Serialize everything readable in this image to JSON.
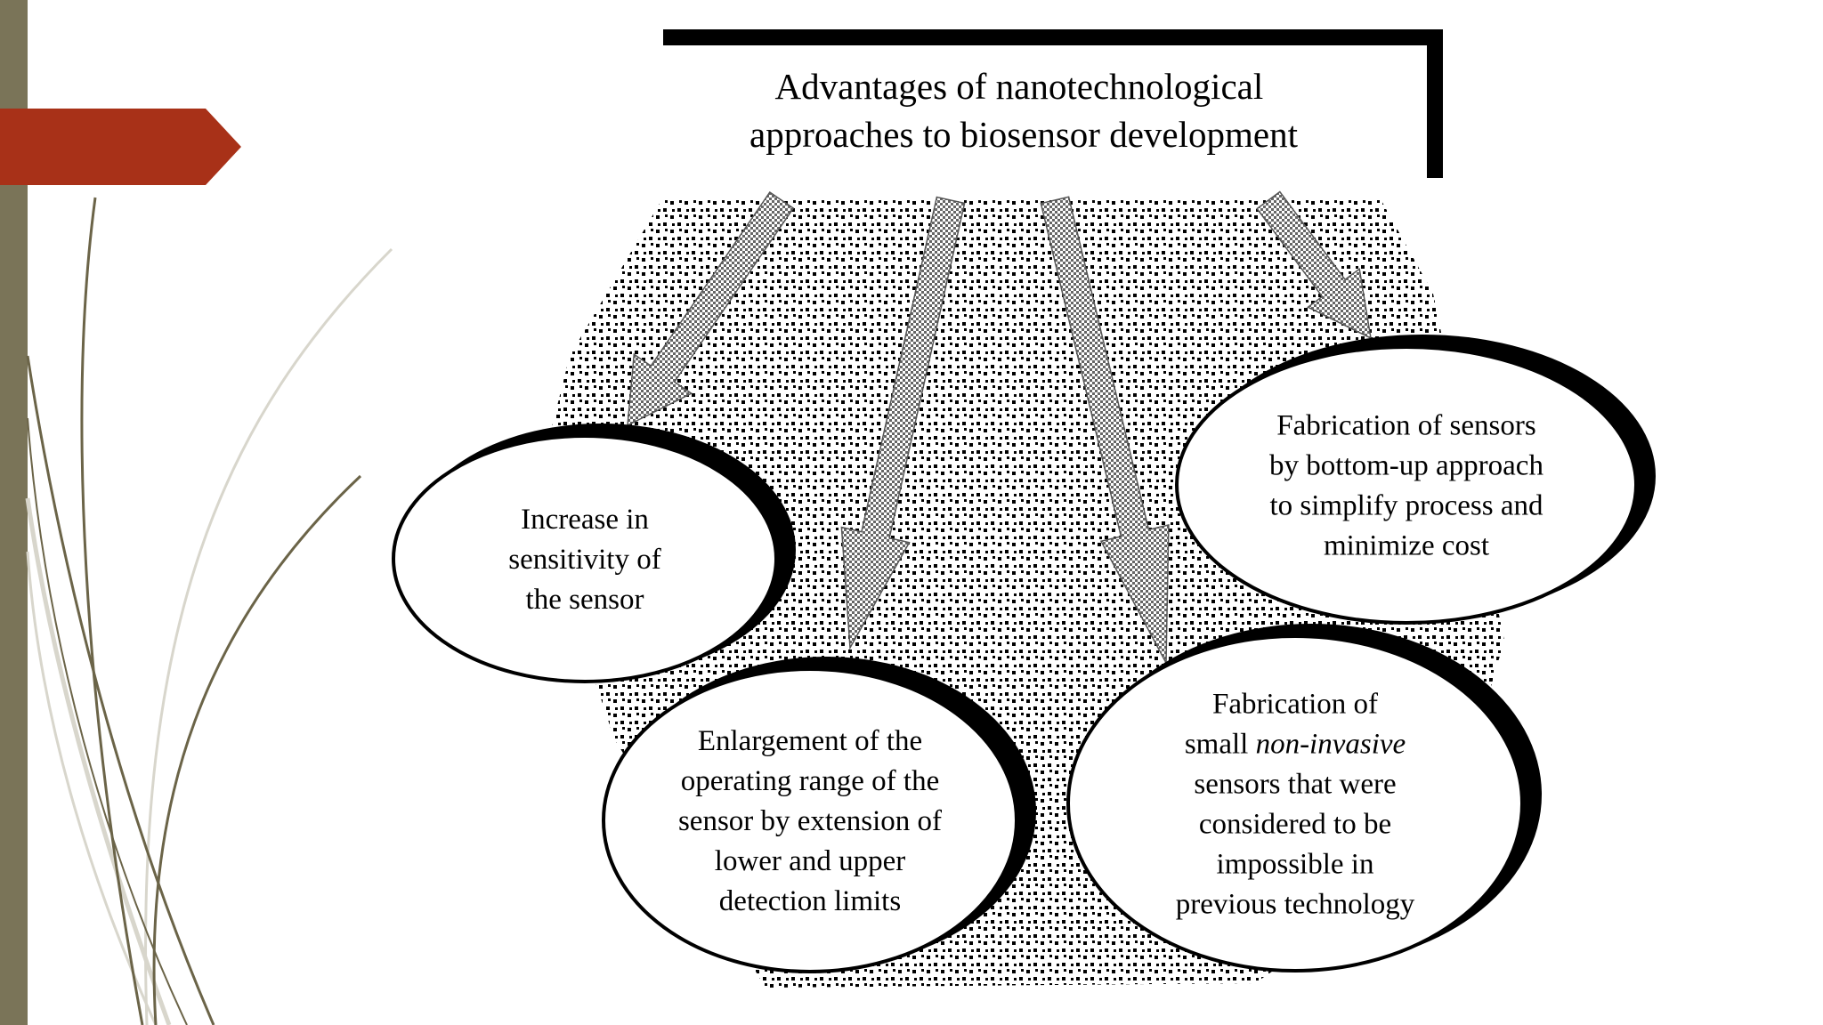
{
  "diagram": {
    "title_lines": [
      "Advantages of nanotechnological",
      "approaches to biosensor development"
    ],
    "nodes": [
      {
        "id": "sensitivity",
        "lines": [
          [
            {
              "text": "Increase in"
            }
          ],
          [
            {
              "text": "sensitivity of"
            }
          ],
          [
            {
              "text": "the sensor"
            }
          ]
        ]
      },
      {
        "id": "operating-range",
        "lines": [
          [
            {
              "text": "Enlargement of the"
            }
          ],
          [
            {
              "text": "operating range of the"
            }
          ],
          [
            {
              "text": "sensor by extension of"
            }
          ],
          [
            {
              "text": "lower and upper"
            }
          ],
          [
            {
              "text": "detection limits"
            }
          ]
        ]
      },
      {
        "id": "non-invasive",
        "lines": [
          [
            {
              "text": "Fabrication of"
            }
          ],
          [
            {
              "text": "small "
            },
            {
              "text": "non-invasive",
              "italic": true
            }
          ],
          [
            {
              "text": "sensors that were"
            }
          ],
          [
            {
              "text": "considered to  be"
            }
          ],
          [
            {
              "text": "impossible in"
            }
          ],
          [
            {
              "text": "previous technology"
            }
          ]
        ]
      },
      {
        "id": "bottom-up",
        "lines": [
          [
            {
              "text": "Fabrication of sensors"
            }
          ],
          [
            {
              "text": "by bottom-up approach"
            }
          ],
          [
            {
              "text": "to simplify process and"
            }
          ],
          [
            {
              "text": "minimize cost"
            }
          ]
        ]
      }
    ]
  },
  "theme": {
    "sidebar_color": "#7a7458",
    "accent_color": "#a83118",
    "curve_dark": "#6b6448",
    "curve_light": "#d8d6cc",
    "ink": "#000000"
  }
}
